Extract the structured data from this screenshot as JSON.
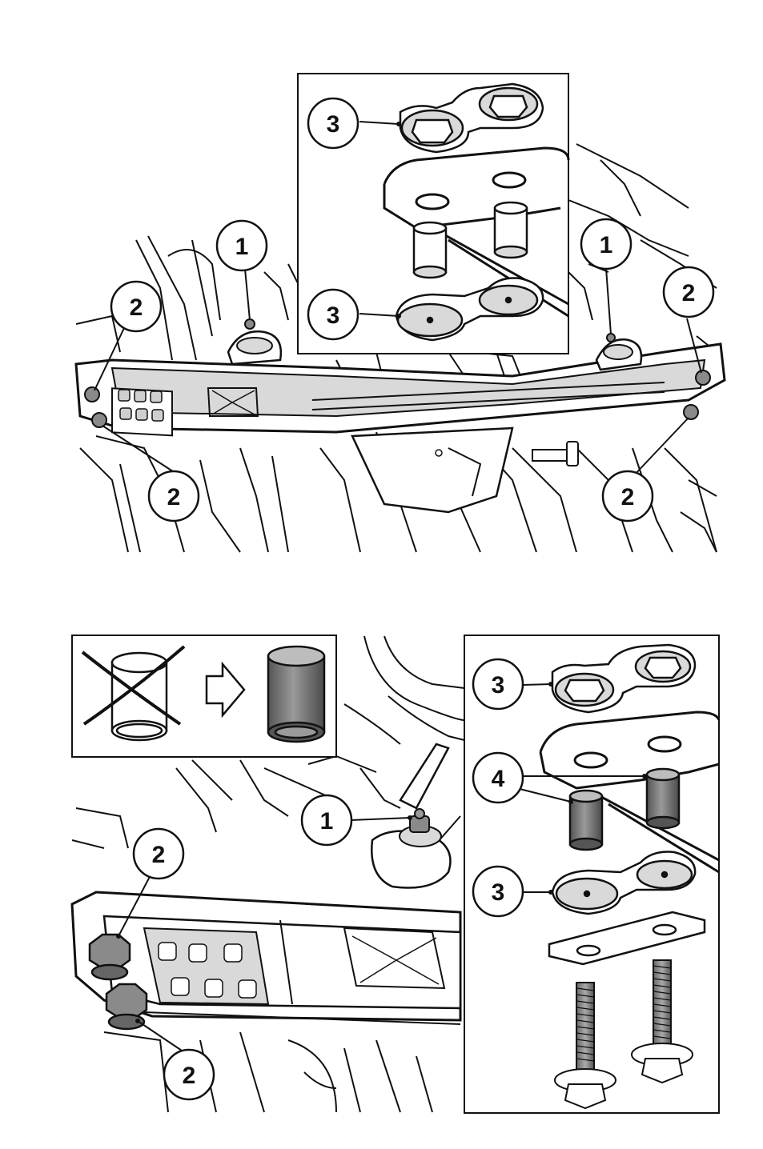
{
  "figure_top": {
    "callouts": {
      "left_nut": "1",
      "right_nut": "1",
      "left_upper_bolt": "2",
      "left_lower_bolt": "2",
      "right_upper_bolt": "2",
      "right_lower_bolt": "2",
      "inset_upper_nut_plate": "3",
      "inset_lower_washer_plate": "3"
    }
  },
  "figure_bottom": {
    "callouts": {
      "nut": "1",
      "upper_bolt": "2",
      "lower_bolt": "2",
      "inset_upper_nut_plate": "3",
      "inset_sleeves": "4",
      "inset_lower_washer_plate": "3"
    }
  },
  "colors": {
    "line": "#111111",
    "fill_light": "#d9d9d9",
    "fill_dark": "#8a8a8a",
    "background": "#ffffff"
  }
}
